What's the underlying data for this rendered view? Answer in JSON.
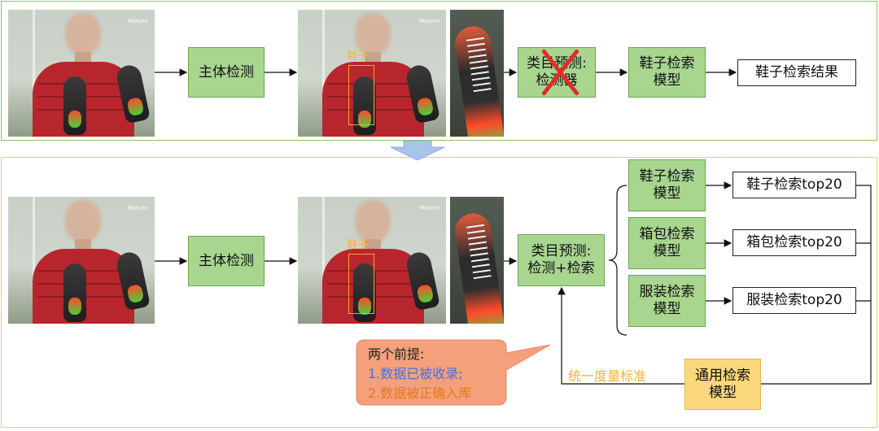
{
  "top_flow": {
    "subject_detection": "主体检测",
    "detection_label": "鞋子",
    "category_prediction": "类目预测:\n检测器",
    "shoe_model": "鞋子检索\n模型",
    "shoe_result": "鞋子检索结果"
  },
  "bottom_flow": {
    "subject_detection": "主体检测",
    "detection_label": "鞋子",
    "category_prediction": "类目预测:\n检测+检索",
    "models": [
      {
        "label": "鞋子检索\n模型",
        "result": "鞋子检索top20"
      },
      {
        "label": "箱包检索\n模型",
        "result": "箱包检索top20"
      },
      {
        "label": "服装检索\n模型",
        "result": "服装检索top20"
      }
    ],
    "general_model": "通用检索\n模型",
    "unified_metric": "统一度量标准",
    "premise": {
      "title": "两个前提:",
      "line1": "1.数据已被收录;",
      "line2": "2.数据被正确入库"
    }
  },
  "photo_watermark": "Mizuno",
  "colors": {
    "green_box": "#a8d68f",
    "yellow_box": "#fbd77b",
    "orange_note": "#f4a07c",
    "cross": "#e32b2b",
    "label_orange": "#f0b43a",
    "note_blue": "#4a6fd8",
    "note_orange": "#e27a1e"
  }
}
